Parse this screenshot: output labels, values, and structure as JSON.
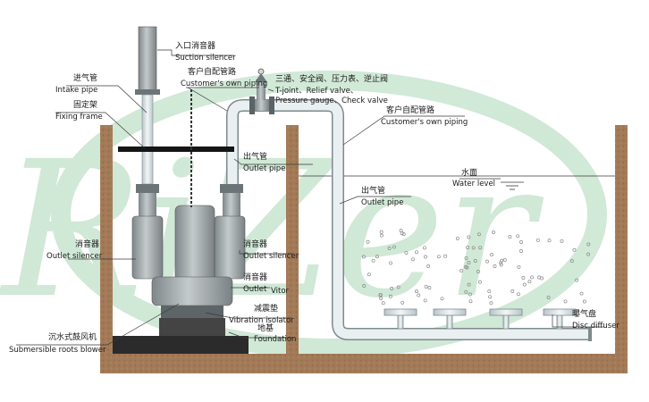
{
  "watermark": {
    "text": "RiZer",
    "color": "#2f9a4a"
  },
  "labels": {
    "suction_silencer": {
      "zh": "入口消音器",
      "en": "Suction silencer"
    },
    "intake_pipe": {
      "zh": "进气管",
      "en": "Intake pipe"
    },
    "fixing_frame": {
      "zh": "固定架",
      "en": "Fixing frame"
    },
    "customers_piping_1": {
      "zh": "客户自配管路",
      "en": "Customer's own piping"
    },
    "fittings": {
      "zh": "三通、安全阀、压力表、逆止阀",
      "en_line1": "T-joint、Relief valve、",
      "en_line2": "Pressure gauge、Check valve"
    },
    "customers_piping_2": {
      "zh": "客户自配管路",
      "en": "Customer's own piping"
    },
    "outlet_pipe_upper": {
      "zh": "出气管",
      "en": "Outlet pipe"
    },
    "water_level": {
      "zh": "水面",
      "en": "Water level"
    },
    "outlet_pipe_lower": {
      "zh": "出气管",
      "en": "Outlet pipe"
    },
    "outlet_silencer_left": {
      "zh": "消音器",
      "en": "Outlet silencer"
    },
    "outlet_silencer_right": {
      "zh": "消音器",
      "en": "Outlet silencer"
    },
    "outlet_vitor": {
      "zh": "消音器",
      "en": "Outlet",
      "en2": "Vitor"
    },
    "vibration_isolator": {
      "zh": "减震垫",
      "en": "Vibration isolator"
    },
    "foundation": {
      "zh": "地基",
      "en": "Foundation"
    },
    "submersible_blower": {
      "zh": "沉水式鼓风机",
      "en": "Submersible roots blower"
    },
    "disc_diffuser": {
      "zh": "曝气盘",
      "en": "Disc diffuser"
    }
  },
  "colors": {
    "earth": "#a37a57",
    "pipe": "#e4eaec",
    "pipe_stroke": "#7d8a8e",
    "equipment": "#a7aeb0",
    "frame": "#151515",
    "bubble": "#8a8a8a"
  }
}
